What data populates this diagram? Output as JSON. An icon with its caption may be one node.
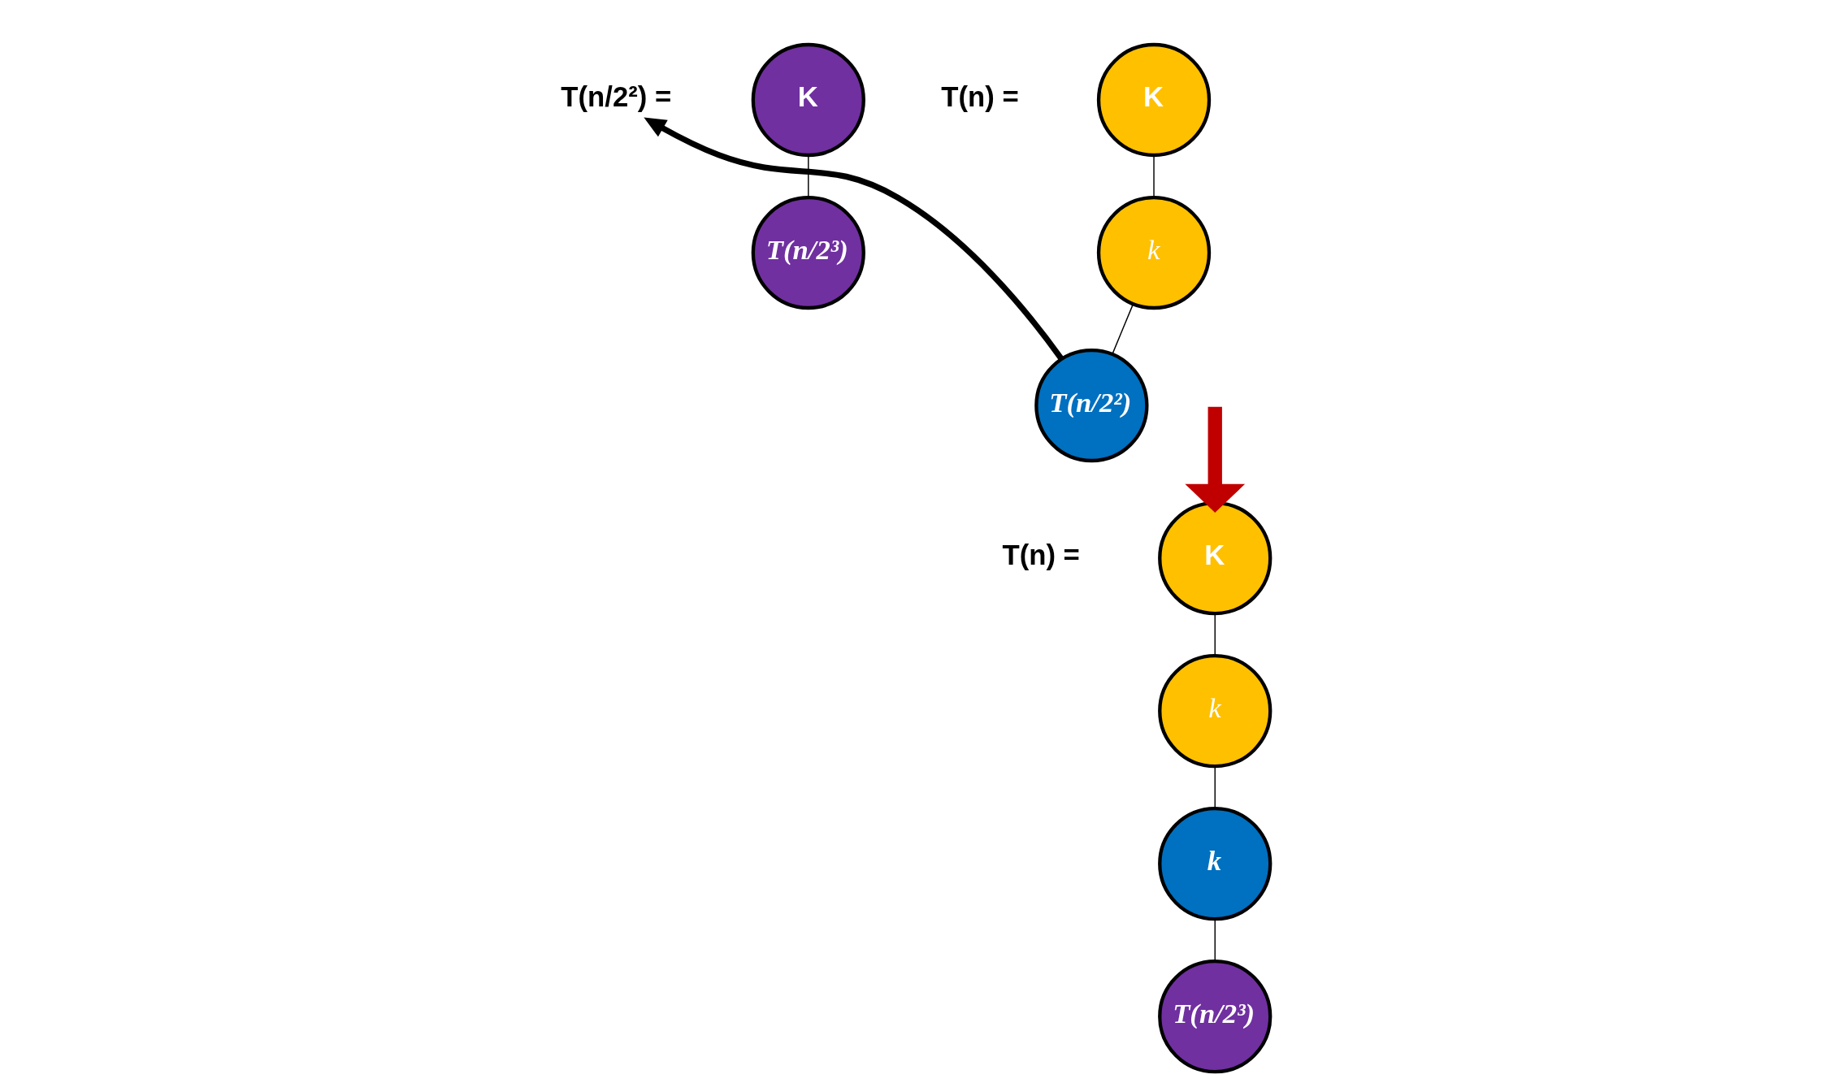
{
  "diagram": {
    "nodes": [
      {
        "text": [
          "K"
        ]
      },
      {
        "text": [
          "k"
        ]
      },
      {
        "text": [
          "T(n/2²)"
        ]
      },
      {
        "text": [
          "T(n/2²) ="
        ]
      },
      {
        "text": [
          "K"
        ]
      },
      {
        "text": [
          "T(n/2³)"
        ]
      },
      {
        "text": [
          "K"
        ]
      },
      {
        "text": [
          "k"
        ]
      },
      {
        "text": [
          "k"
        ]
      },
      {
        "text": [
          "T(n/2³)"
        ]
      }
    ],
    "edges": [
      {
        "from": 0,
        "to": 1,
        "arrow": "none"
      },
      {
        "from": 1,
        "to": 2,
        "arrow": "none"
      },
      {
        "from": 2,
        "to": 3,
        "arrow": "to",
        "style": "thick"
      },
      {
        "from": 4,
        "to": 5,
        "arrow": "none"
      },
      {
        "from": null,
        "to": 6,
        "arrow": "to",
        "style": "thick",
        "color": "#c00000"
      },
      {
        "from": 6,
        "to": 7,
        "arrow": "none"
      },
      {
        "from": 7,
        "to": 8,
        "arrow": "none"
      },
      {
        "from": 8,
        "to": 9,
        "arrow": "none"
      }
    ],
    "labels": [
      "T(n) =",
      "T(n) ="
    ]
  }
}
